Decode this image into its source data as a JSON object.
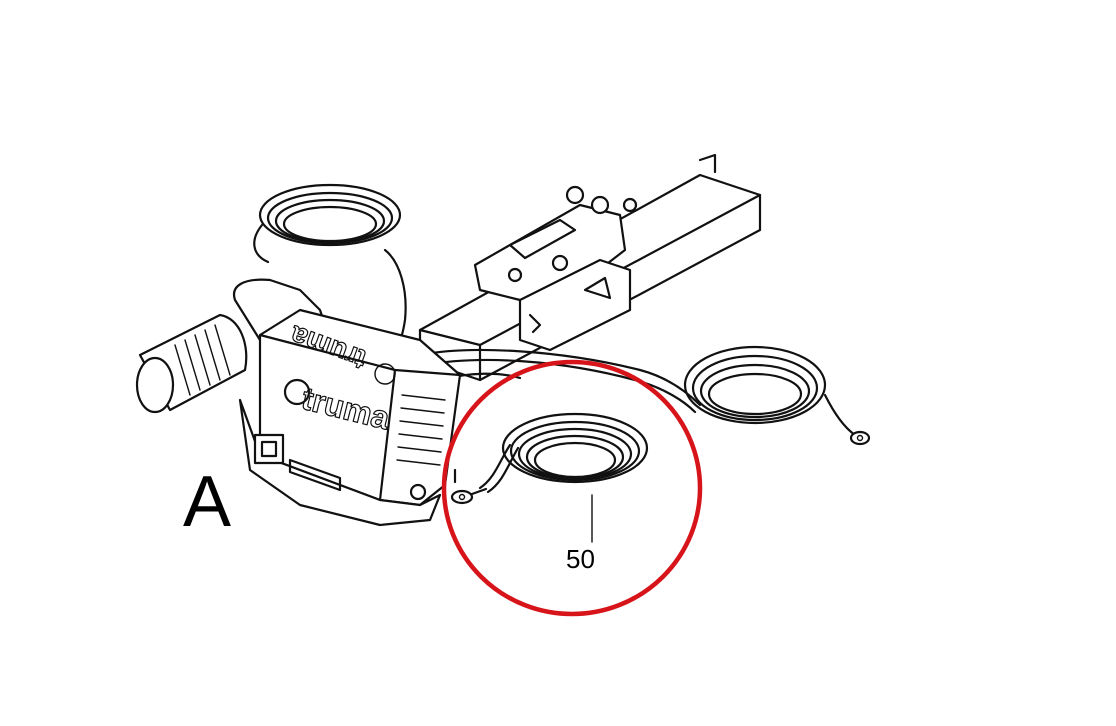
{
  "figure": {
    "view_label": "A",
    "brand_text": "truma",
    "callouts": [
      {
        "number": "50"
      }
    ],
    "highlight_color": "#d7141a",
    "line_color": "#111111"
  }
}
